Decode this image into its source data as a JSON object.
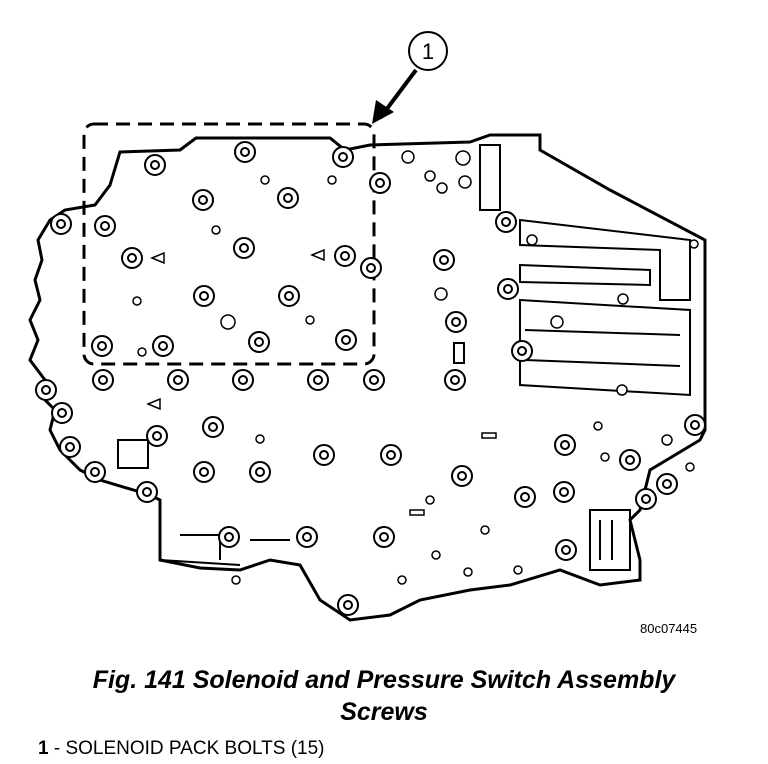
{
  "callout": {
    "number": "1"
  },
  "figure_code": "80c07445",
  "caption": {
    "line1": "Fig. 141 Solenoid and Pressure Switch Assembly",
    "line2": "Screws"
  },
  "legend": [
    {
      "number": "1",
      "text": " - SOLENOID PACK BOLTS (15)"
    }
  ]
}
